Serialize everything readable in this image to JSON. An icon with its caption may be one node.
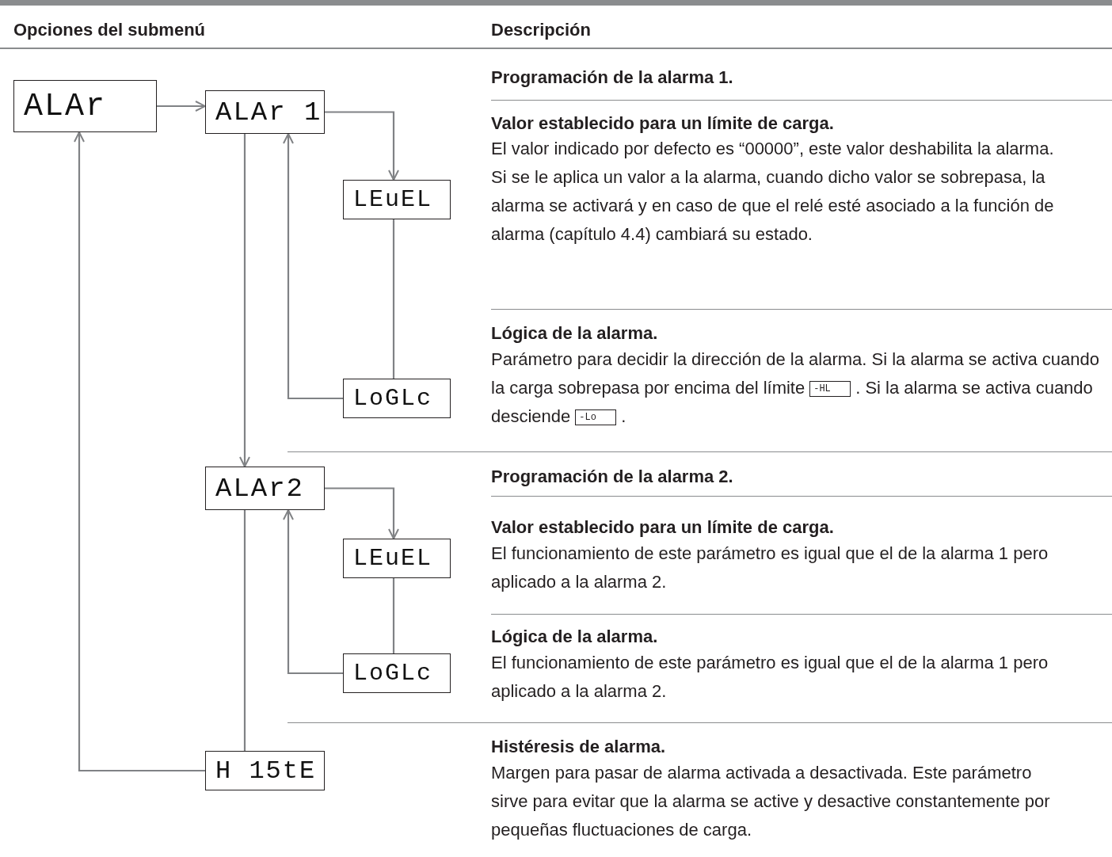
{
  "diagram": {
    "nodes": [
      {
        "text": [
          "ALAr"
        ]
      },
      {
        "text": [
          "ALAr 1"
        ]
      },
      {
        "text": [
          "LEuEL"
        ]
      },
      {
        "text": [
          "LoGLc"
        ]
      },
      {
        "text": [
          "ALAr2"
        ]
      },
      {
        "text": [
          "LEuEL"
        ]
      },
      {
        "text": [
          "LoGLc"
        ]
      },
      {
        "text": [
          "H 15tE"
        ]
      },
      {
        "text": [
          "-HL"
        ]
      },
      {
        "text": [
          "-Lo"
        ]
      }
    ],
    "edges": [
      {
        "from": 0,
        "to": 1,
        "arrow": "to"
      },
      {
        "from": 1,
        "to": 2,
        "arrow": "to"
      },
      {
        "from": 2,
        "to": 3,
        "arrow": "none"
      },
      {
        "from": 3,
        "to": 1,
        "arrow": "to"
      },
      {
        "from": 1,
        "to": 4,
        "arrow": "to"
      },
      {
        "from": 4,
        "to": 5,
        "arrow": "to"
      },
      {
        "from": 5,
        "to": 6,
        "arrow": "none"
      },
      {
        "from": 6,
        "to": 4,
        "arrow": "to"
      },
      {
        "from": 4,
        "to": 7,
        "arrow": "none"
      },
      {
        "from": 7,
        "to": 0,
        "arrow": "to"
      }
    ],
    "labels": [
      "Opciones del submenú",
      "Descripción",
      "Programación de la alarma 1.",
      "Valor establecido para un límite de carga.",
      "El valor indicado por defecto es “00000”, este valor deshabilita la alarma. Si se le aplica un valor a la alarma, cuando dicho valor se sobrepasa, la alarma se activará y en caso de que el relé esté asociado a la función de alarma (capítulo 4.4) cambiará su estado.",
      "Lógica de la alarma.",
      "Parámetro para decidir la dirección de la alarma. Si la alarma se activa cuando la carga sobrepasa por encima del límite",
      ". Si la alarma se activa cuando desciende",
      ".",
      "Programación de la alarma 2.",
      "Valor establecido para un límite de carga.",
      "El funcionamiento de este parámetro es igual que el de la alarma 1 pero aplicado a la alarma 2.",
      "Lógica de la alarma.",
      "El funcionamiento de este parámetro es igual que el de la alarma 1 pero aplicado a la alarma 2.",
      "Histéresis de alarma.",
      "Margen para pasar de alarma activada a desactivada. Este parámetro sirve para evitar que la alarma se active y desactive constantemente por pequeñas fluctuaciones de carga."
    ]
  }
}
